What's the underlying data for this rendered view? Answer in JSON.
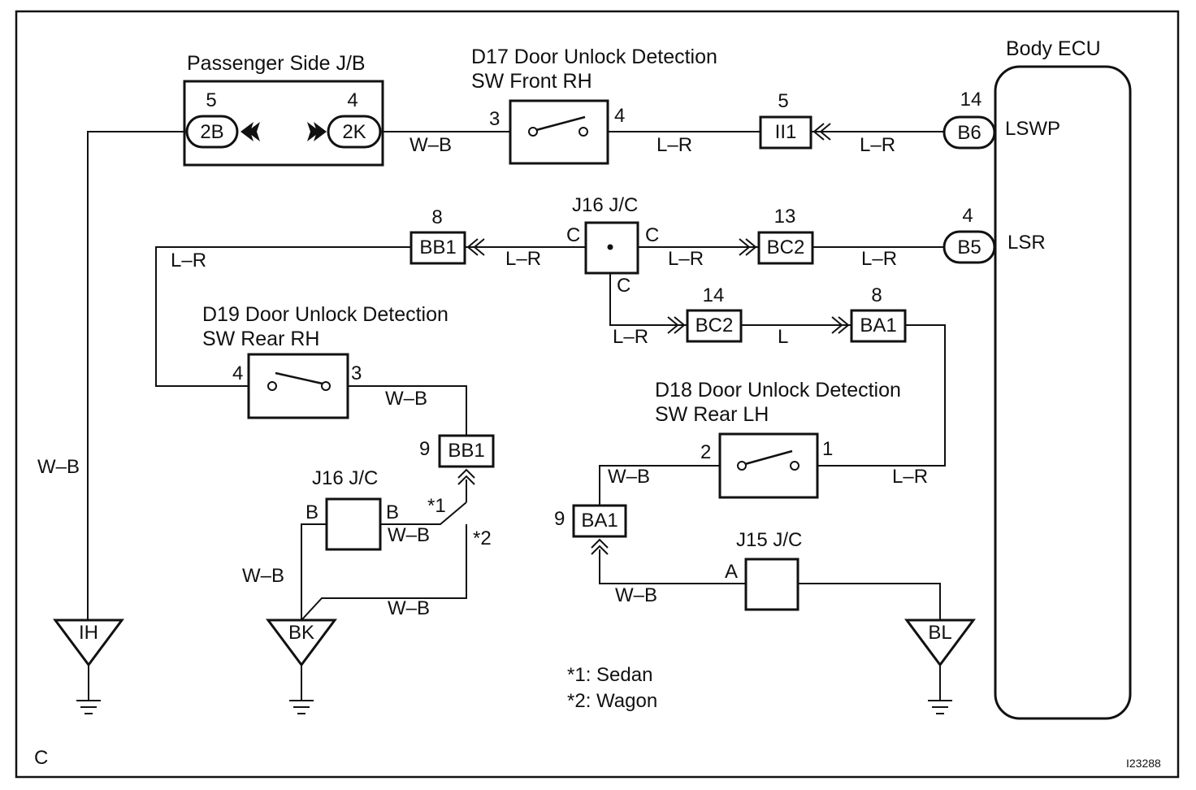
{
  "corner_label": "C",
  "figure_id": "I23288",
  "ecu": {
    "title": "Body ECU",
    "pins": {
      "lswp": "LSWP",
      "lsr": "LSR"
    }
  },
  "jb": {
    "title": "Passenger Side J/B",
    "left": {
      "pin": "5",
      "code": "2B"
    },
    "right": {
      "pin": "4",
      "code": "2K"
    }
  },
  "d17": {
    "title_line1": "D17 Door Unlock Detection",
    "title_line2": "SW Front RH",
    "pin_left": "3",
    "pin_right": "4"
  },
  "d19": {
    "title_line1": "D19 Door Unlock Detection",
    "title_line2": "SW Rear RH",
    "pin_left": "4",
    "pin_right": "3"
  },
  "d18": {
    "title_line1": "D18 Door Unlock Detection",
    "title_line2": "SW Rear LH",
    "pin_left": "2",
    "pin_right": "1"
  },
  "connectors": {
    "ii1": {
      "code": "II1",
      "pin": "5"
    },
    "b6": {
      "code": "B6",
      "pin": "14"
    },
    "b5": {
      "code": "B5",
      "pin": "4"
    },
    "bc2_top": {
      "code": "BC2",
      "pin": "13"
    },
    "bc2_mid": {
      "code": "BC2",
      "pin": "14"
    },
    "ba1_top": {
      "code": "BA1",
      "pin": "8"
    },
    "bb1_top": {
      "code": "BB1",
      "pin": "8"
    },
    "bb1_low": {
      "code": "BB1",
      "pin": "9"
    },
    "ba1_low": {
      "code": "BA1",
      "pin": "9"
    }
  },
  "jc16_top": {
    "title": "J16 J/C",
    "left": "C",
    "right": "C",
    "bottom": "C"
  },
  "jc16_low": {
    "title": "J16 J/C",
    "left": "B",
    "right": "B"
  },
  "jc15": {
    "title": "J15 J/C",
    "pin": "A"
  },
  "grounds": {
    "ih": "IH",
    "bk": "BK",
    "bl": "BL"
  },
  "wires": {
    "wb": "W–B",
    "lr": "L–R",
    "l": "L"
  },
  "marks": {
    "star1": "*1",
    "star2": "*2"
  },
  "legend": {
    "line1": "*1: Sedan",
    "line2": "*2: Wagon"
  }
}
